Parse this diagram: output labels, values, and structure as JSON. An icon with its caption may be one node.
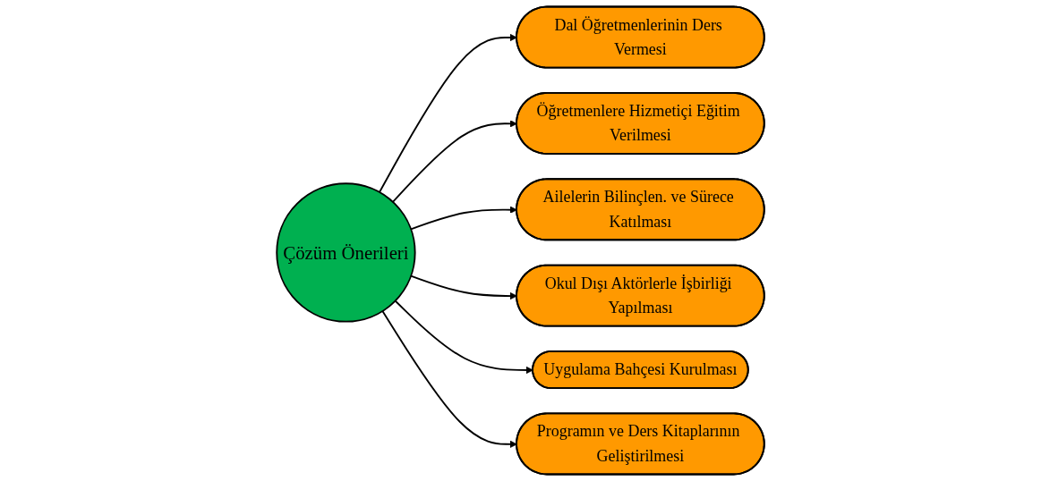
{
  "diagram": {
    "nodes": [
      {
        "text": [
          "Dal Öğretmenlerinin Ders Vermesi"
        ]
      },
      {
        "text": [
          "Öğretmenlere Hizmetiçi Eğitim Verilmesi"
        ]
      },
      {
        "text": [
          "Ailelerin Bilinçlen. ve Sürece Katılması"
        ]
      },
      {
        "text": [
          "Çözüm Önerileri"
        ]
      },
      {
        "text": [
          "Okul Dışı Aktörlerle İşbirliği Yapılması"
        ]
      },
      {
        "text": [
          "Uygulama Bahçesi Kurulması"
        ]
      },
      {
        "text": [
          "Programın ve Ders Kitaplarının Geliştirilmesi"
        ]
      }
    ],
    "edges": [
      {
        "from": 3,
        "to": 0,
        "arrow": "to"
      },
      {
        "from": 3,
        "to": 1,
        "arrow": "to"
      },
      {
        "from": 3,
        "to": 2,
        "arrow": "to"
      },
      {
        "from": 3,
        "to": 4,
        "arrow": "to"
      },
      {
        "from": 3,
        "to": 5,
        "arrow": "to"
      },
      {
        "from": 3,
        "to": 6,
        "arrow": "to"
      }
    ]
  }
}
